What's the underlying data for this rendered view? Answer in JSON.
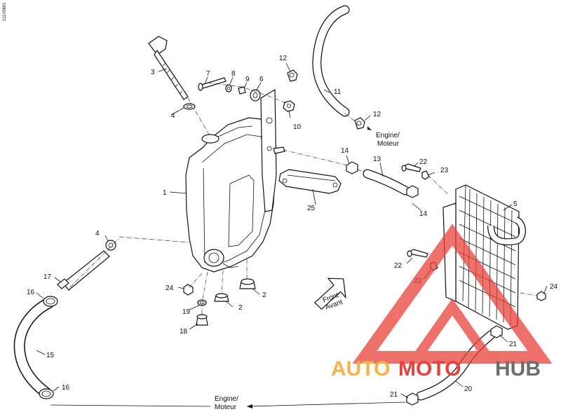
{
  "drawing_code": "111V0691",
  "callouts": [
    {
      "id": "c1",
      "text": "1"
    },
    {
      "id": "c2a",
      "text": "2"
    },
    {
      "id": "c2b",
      "text": "2"
    },
    {
      "id": "c3",
      "text": "3"
    },
    {
      "id": "c4a",
      "text": "4"
    },
    {
      "id": "c4b",
      "text": "4"
    },
    {
      "id": "c5",
      "text": "5"
    },
    {
      "id": "c6",
      "text": "6"
    },
    {
      "id": "c7",
      "text": "7"
    },
    {
      "id": "c8",
      "text": "8"
    },
    {
      "id": "c9",
      "text": "9"
    },
    {
      "id": "c10",
      "text": "10"
    },
    {
      "id": "c11",
      "text": "11"
    },
    {
      "id": "c12a",
      "text": "12"
    },
    {
      "id": "c12b",
      "text": "12"
    },
    {
      "id": "c13",
      "text": "13"
    },
    {
      "id": "c14a",
      "text": "14"
    },
    {
      "id": "c14b",
      "text": "14"
    },
    {
      "id": "c15",
      "text": "15"
    },
    {
      "id": "c16a",
      "text": "16"
    },
    {
      "id": "c16b",
      "text": "16"
    },
    {
      "id": "c17",
      "text": "17"
    },
    {
      "id": "c18",
      "text": "18"
    },
    {
      "id": "c19",
      "text": "19"
    },
    {
      "id": "c20",
      "text": "20"
    },
    {
      "id": "c21a",
      "text": "21"
    },
    {
      "id": "c21b",
      "text": "21"
    },
    {
      "id": "c22a",
      "text": "22"
    },
    {
      "id": "c22b",
      "text": "22"
    },
    {
      "id": "c23a",
      "text": "23"
    },
    {
      "id": "c23b",
      "text": "23"
    },
    {
      "id": "c24a",
      "text": "24"
    },
    {
      "id": "c24b",
      "text": "24"
    },
    {
      "id": "c25",
      "text": "25"
    }
  ],
  "engine_note_top": {
    "line1": "Engine/",
    "line2": "Moteur"
  },
  "engine_note_bottom": {
    "line1": "Engine/",
    "line2": "Moteur"
  },
  "front_arrow": {
    "line1": "Front",
    "line2": "Avant"
  },
  "watermark": {
    "part1": "AUTO",
    "part2": "MOTO",
    "part3": "HUB"
  },
  "colors": {
    "watermark_orange": "#f7b24a",
    "watermark_red": "#e8413a",
    "watermark_gray": "#6e6e6e",
    "line": "#111111"
  }
}
